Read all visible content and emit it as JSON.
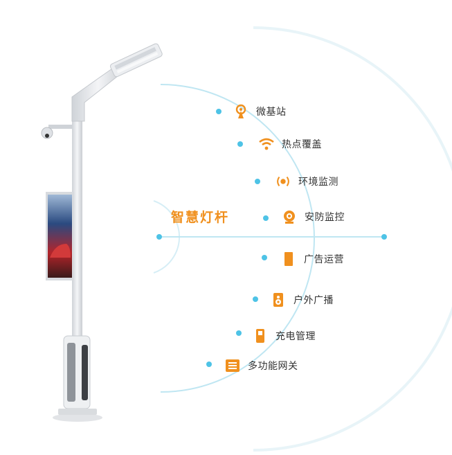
{
  "title": "智慧灯杆",
  "colors": {
    "accent": "#f0901e",
    "line": "#bfe6f2",
    "dot": "#4ec3e6",
    "pole": "#e4e6e9"
  },
  "features": [
    {
      "label": "微基站",
      "icon": "antenna-icon"
    },
    {
      "label": "热点覆盖",
      "icon": "wifi-icon"
    },
    {
      "label": "环境监测",
      "icon": "sensor-icon"
    },
    {
      "label": "安防监控",
      "icon": "camera-icon"
    },
    {
      "label": "广告运营",
      "icon": "screen-icon"
    },
    {
      "label": "户外广播",
      "icon": "speaker-icon"
    },
    {
      "label": "充电管理",
      "icon": "charger-icon"
    },
    {
      "label": "多功能网关",
      "icon": "gateway-icon"
    }
  ]
}
